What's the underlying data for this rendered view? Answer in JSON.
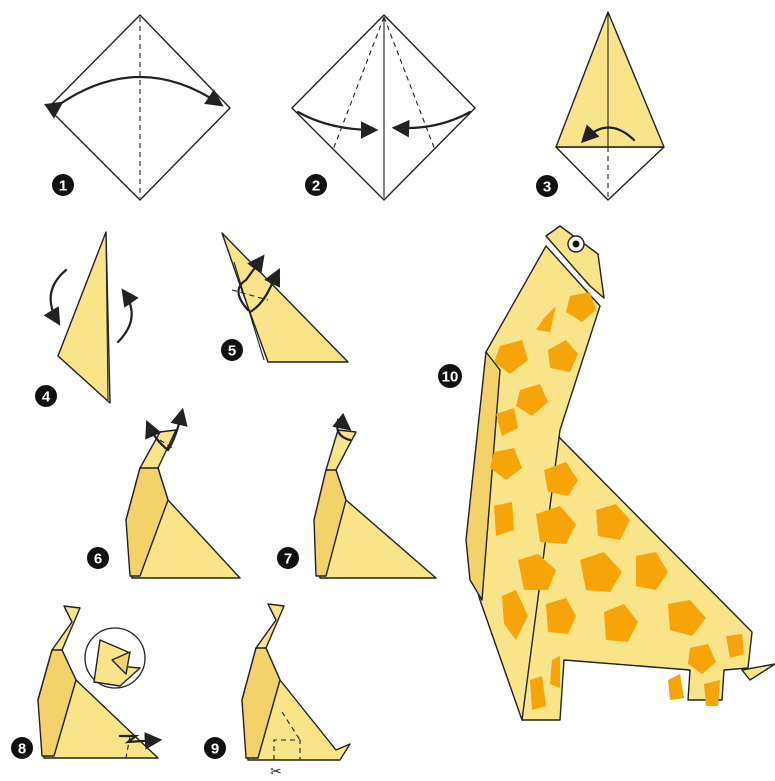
{
  "steps": [
    {
      "number": "1"
    },
    {
      "number": "2"
    },
    {
      "number": "3"
    },
    {
      "number": "4"
    },
    {
      "number": "5"
    },
    {
      "number": "6"
    },
    {
      "number": "7"
    },
    {
      "number": "8"
    },
    {
      "number": "9"
    },
    {
      "number": "10"
    }
  ],
  "colors": {
    "paper": "#f9e48a",
    "spots": "#f6a409",
    "outline": "#222222",
    "badge": "#111111"
  }
}
